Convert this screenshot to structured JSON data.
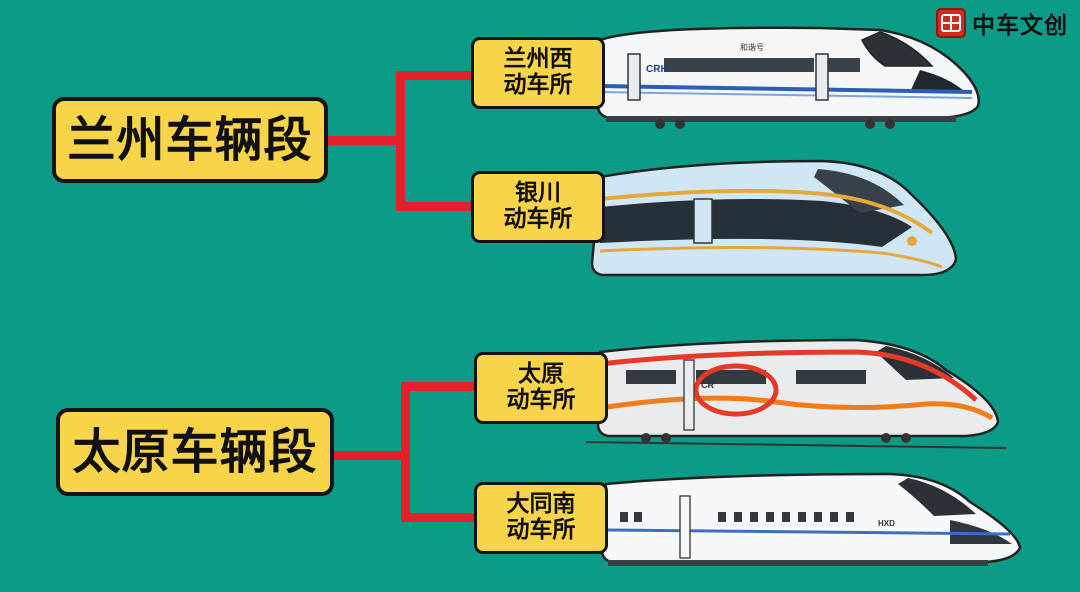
{
  "logo": {
    "text": "中车文创",
    "icon": "crrc-logo-icon"
  },
  "groups": [
    {
      "depot": "兰州车辆段",
      "facilities": [
        {
          "line1": "兰州西",
          "line2": "动车所",
          "train_icon": "crh-hexie-train-icon"
        },
        {
          "line1": "银川",
          "line2": "动车所",
          "train_icon": "fuxing-cr400af-train-icon"
        }
      ]
    },
    {
      "depot": "太原车辆段",
      "facilities": [
        {
          "line1": "太原",
          "line2": "动车所",
          "train_icon": "fuxing-cr400bf-train-icon"
        },
        {
          "line1": "大同南",
          "line2": "动车所",
          "train_icon": "hexie-crh380-train-icon"
        }
      ]
    }
  ],
  "train_markings": {
    "crh_logo": "CRH",
    "crh_name": "和谐号",
    "cr_logo": "CR",
    "hxd_logo": "HXD"
  },
  "colors": {
    "background": "#0c9b86",
    "label_fill": "#f8d44a",
    "connector": "#e5202c"
  }
}
